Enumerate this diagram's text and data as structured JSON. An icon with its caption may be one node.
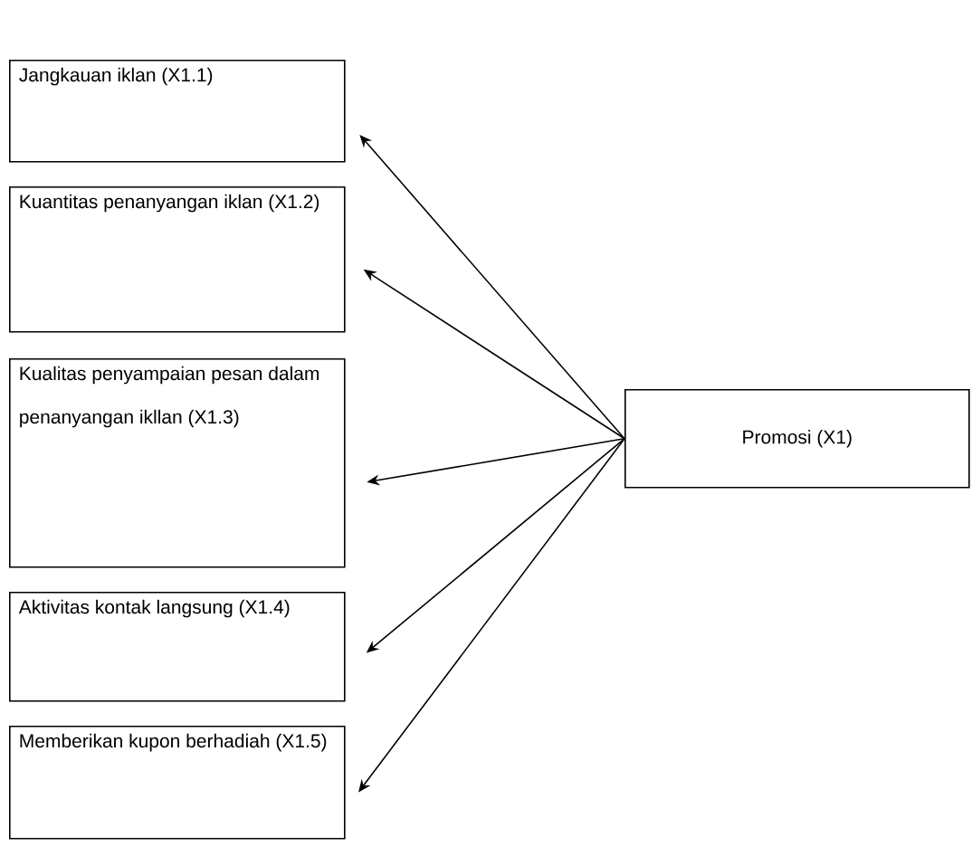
{
  "diagram": {
    "nodes": [
      {
        "text": [
          "Jangkauan iklan (X1.1)"
        ]
      },
      {
        "text": [
          "Kuantitas penanyangan iklan (X1.2)"
        ]
      },
      {
        "text": [
          "Kualitas penyampaian pesan dalam penanyangan ikllan (X1.3)"
        ]
      },
      {
        "text": [
          "Aktivitas kontak langsung (X1.4)"
        ]
      },
      {
        "text": [
          "Memberikan kupon berhadiah (X1.5)"
        ]
      },
      {
        "text": [
          "Promosi (X1)"
        ]
      }
    ],
    "edges": [
      {
        "from": 5,
        "to": 0,
        "arrow": "to"
      },
      {
        "from": 5,
        "to": 1,
        "arrow": "to"
      },
      {
        "from": 5,
        "to": 2,
        "arrow": "to"
      },
      {
        "from": 5,
        "to": 3,
        "arrow": "to"
      },
      {
        "from": 5,
        "to": 4,
        "arrow": "to"
      }
    ]
  }
}
